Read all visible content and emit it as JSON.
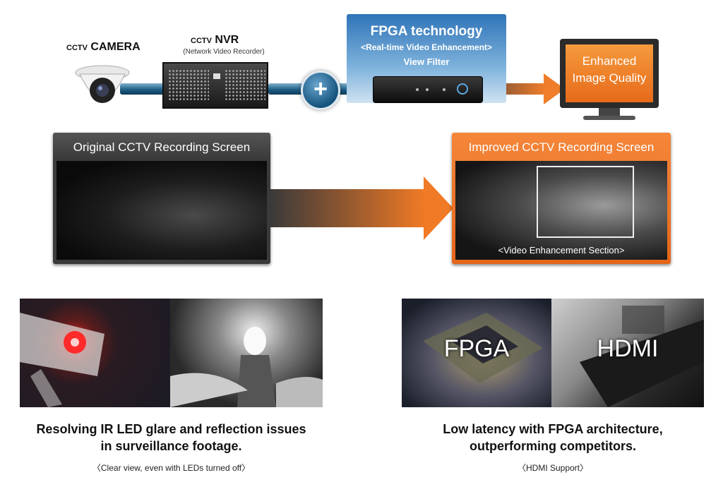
{
  "camera": {
    "small": "CCTV",
    "big": "CAMERA"
  },
  "nvr": {
    "small": "CCTV",
    "big": "NVR",
    "sub": "(Network Video Recorder)"
  },
  "fpga": {
    "title": "FPGA technology",
    "subtitle": "<Real-time Video Enhancement>",
    "product": "View  Filter"
  },
  "monitor": {
    "line1": "Enhanced",
    "line2": "Image Quality"
  },
  "original_panel": {
    "title": "Original CCTV Recording Screen"
  },
  "improved_panel": {
    "title": "Improved CCTV Recording Screen",
    "caption": "<Video Enhancement Section>"
  },
  "photos": {
    "fpga_label": "FPGA",
    "hdmi_label": "HDMI"
  },
  "left_caption": {
    "line1": "Resolving IR LED glare and reflection issues",
    "line2": "in surveillance footage.",
    "note": "〈Clear view, even with LEDs turned off〉"
  },
  "right_caption": {
    "line1": "Low latency with FPGA architecture,",
    "line2": "outperforming competitors.",
    "note": "〈HDMI Support〉"
  },
  "colors": {
    "accent_orange": "#ef7d2a",
    "pipe_blue": "#1f5f86",
    "fpga_blue": "#2f74b8"
  }
}
